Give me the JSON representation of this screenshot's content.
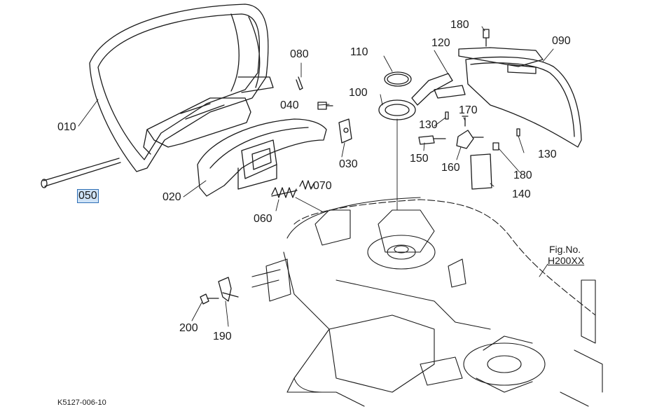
{
  "diagram": {
    "reference_code": "K5127-006-10",
    "figure": {
      "label": "Fig.No.",
      "code": "H200XX"
    },
    "selected_part": "050",
    "parts": [
      {
        "id": "p010",
        "label": "010"
      },
      {
        "id": "p020",
        "label": "020"
      },
      {
        "id": "p030",
        "label": "030"
      },
      {
        "id": "p040",
        "label": "040"
      },
      {
        "id": "p050",
        "label": "050"
      },
      {
        "id": "p060",
        "label": "060"
      },
      {
        "id": "p070",
        "label": "070"
      },
      {
        "id": "p080",
        "label": "080"
      },
      {
        "id": "p090",
        "label": "090"
      },
      {
        "id": "p100",
        "label": "100"
      },
      {
        "id": "p110",
        "label": "110"
      },
      {
        "id": "p120",
        "label": "120"
      },
      {
        "id": "p130a",
        "label": "130"
      },
      {
        "id": "p130b",
        "label": "130"
      },
      {
        "id": "p140",
        "label": "140"
      },
      {
        "id": "p150",
        "label": "150"
      },
      {
        "id": "p160",
        "label": "160"
      },
      {
        "id": "p170",
        "label": "170"
      },
      {
        "id": "p180a",
        "label": "180"
      },
      {
        "id": "p180b",
        "label": "180"
      },
      {
        "id": "p190",
        "label": "190"
      },
      {
        "id": "p200",
        "label": "200"
      }
    ]
  }
}
